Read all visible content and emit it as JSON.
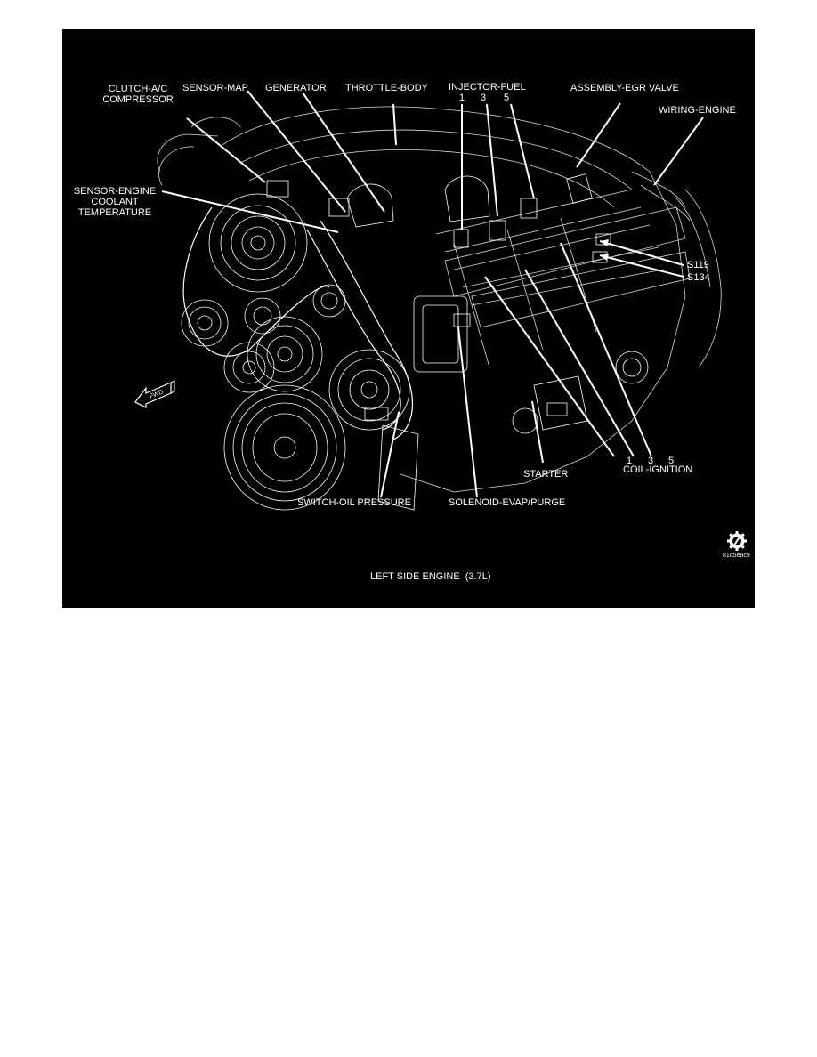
{
  "figure": {
    "caption": "LEFT SIDE ENGINE  (3.7L)",
    "image_code": "81d5e8c9",
    "direction_marker": "FWD",
    "colors": {
      "background": "#000000",
      "line_art": "#ffffff",
      "page": "#ffffff"
    }
  },
  "labels": {
    "clutch_ac_line1": "CLUTCH-A/C",
    "clutch_ac_line2": "COMPRESSOR",
    "sensor_map": "SENSOR-MAP",
    "generator": "GENERATOR",
    "throttle_body": "THROTTLE-BODY",
    "injector_fuel": "INJECTOR-FUEL",
    "injector_nums": [
      "1",
      "3",
      "5"
    ],
    "assembly_egr": "ASSEMBLY-EGR VALVE",
    "wiring_engine": "WIRING-ENGINE",
    "ect_line1": "SENSOR-ENGINE",
    "ect_line2": "COOLANT",
    "ect_line3": "TEMPERATURE",
    "s119": "S119",
    "s134": "S134",
    "starter": "STARTER",
    "coil_ignition": "COIL-IGNITION",
    "coil_nums": [
      "1",
      "3",
      "5"
    ],
    "switch_oil": "SWITCH-OIL PRESSURE",
    "solenoid_evap": "SOLENOID-EVAP/PURGE"
  },
  "icons": {
    "logo": "gear-slash-icon",
    "direction": "fwd-arrow-icon"
  }
}
